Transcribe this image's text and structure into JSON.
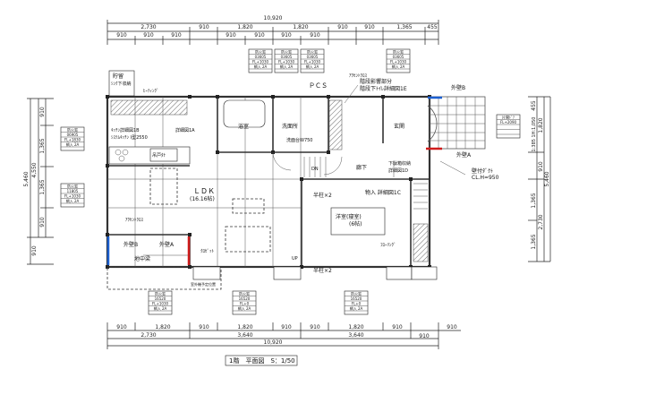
{
  "title": "1階　平面図　S：1/50",
  "dims_top": {
    "total": "10,920",
    "row2": [
      "2,730",
      "910",
      "1,820",
      "1,820",
      "910",
      "910",
      "1,365",
      "455"
    ],
    "row3": [
      "910",
      "910",
      "910",
      "910",
      "910",
      "910",
      "910"
    ]
  },
  "dims_bottom": {
    "row1": [
      "910",
      "1,820",
      "910",
      "1,820",
      "910",
      "910",
      "1,820",
      "910",
      "910"
    ],
    "row2": [
      "2,730",
      "3,640",
      "3,640",
      "910"
    ],
    "total": "10,920"
  },
  "dims_left": {
    "total": "5,460",
    "sub": "4,550",
    "segments": [
      "910",
      "1,365",
      "1,365",
      "910",
      "910"
    ]
  },
  "dims_right": {
    "total": "5,460",
    "segments": [
      "455",
      "1,820",
      "1:385 1H:1,050",
      "910",
      "1,365",
      "2,730",
      "1,365"
    ]
  },
  "rooms": {
    "ldk": "ＬＤＫ",
    "ldk_area": "(16.16帖)",
    "bath": "浴室",
    "washroom": "洗面所",
    "entrance": "玄関",
    "hall": "廊下",
    "bedroom": "洋室(寝室)",
    "bedroom_area": "(6帖)",
    "storage": "物入 詳細図1C",
    "grade_beam": "地中梁",
    "pcs": "ＰＣＳ"
  },
  "notes": {
    "storage_unit": "貯留",
    "kitchen_note1": "ｼﾝｸ下収納",
    "heating": "ﾋｰﾃｨﾝｸﾞ",
    "kitchen_detail": "ｷｯﾁﾝ詳細図1B",
    "kitchen_system": "ｼｽﾃﾑｷｯﾁﾝ I型2550",
    "range_hood": "吊戸ﾀﾅ",
    "accent_cross_l": "ｱｸｾﾝﾄｸﾛｽ",
    "accent_cross_r": "ｱｸｾﾝﾄｸﾛｽ",
    "stair_part": "階段影響部分",
    "stair_detail": "階段下ﾄｲﾚ詳細図1E",
    "pantry_detail": "詳細図1A",
    "wash_unit": "洗面台W750",
    "shoe": "下駄箱収納",
    "shoe_detail": "詳細図1D",
    "half_col_1": "半柱×2",
    "half_col_2": "半柱×2",
    "wall_b_left": "外壁B",
    "wall_a_left": "外壁A",
    "wall_b_right": "外壁B",
    "wall_a_right": "外壁A",
    "flooring": "ﾌﾛｰﾘﾝｸﾞ",
    "duct": "壁付ﾀﾞｸﾄ",
    "duct_height": "CL.H=950",
    "closet": "ｸﾛｾﾞｯﾄ",
    "outdoor_unit": "室外機予定位置",
    "down": "DN",
    "up": "UP"
  },
  "window_tags": [
    {
      "l1": "防火窓",
      "l2": "03605",
      "l3": "FL+1030",
      "l4": "網入 2A"
    },
    {
      "l1": "防火窓",
      "l2": "03605",
      "l3": "FL+1030",
      "l4": "網入 2A"
    },
    {
      "l1": "防火窓",
      "l2": "03605",
      "l3": "FL+1030",
      "l4": "網入 2A"
    },
    {
      "l1": "防火窓",
      "l2": "03605",
      "l3": "FL+1030",
      "l4": "網入 2A"
    },
    {
      "l1": "防火窓",
      "l2": "06905",
      "l3": "FL+1830",
      "l4": "網入 2A"
    },
    {
      "l1": "防火窓",
      "l2": "11805",
      "l3": "FL+1030",
      "l4": "網入 2A"
    },
    {
      "l1": "防火窓",
      "l2": "16520",
      "l3": "FL+1030",
      "l4": "網入 2A"
    },
    {
      "l1": "防火窓",
      "l2": "16520",
      "l3": "FL+0",
      "l4": "網入 2A"
    },
    {
      "l1": "防火窓",
      "l2": "16520",
      "l3": "FL+0",
      "l4": "網入 2A"
    },
    {
      "l1": "片開ﾄﾞｱ",
      "l2": "FL+2090",
      "l3": "",
      "": ""
    }
  ],
  "colors": {
    "wall_a": "#d01c1c",
    "wall_b": "#1c5fd0",
    "line": "#222222"
  }
}
